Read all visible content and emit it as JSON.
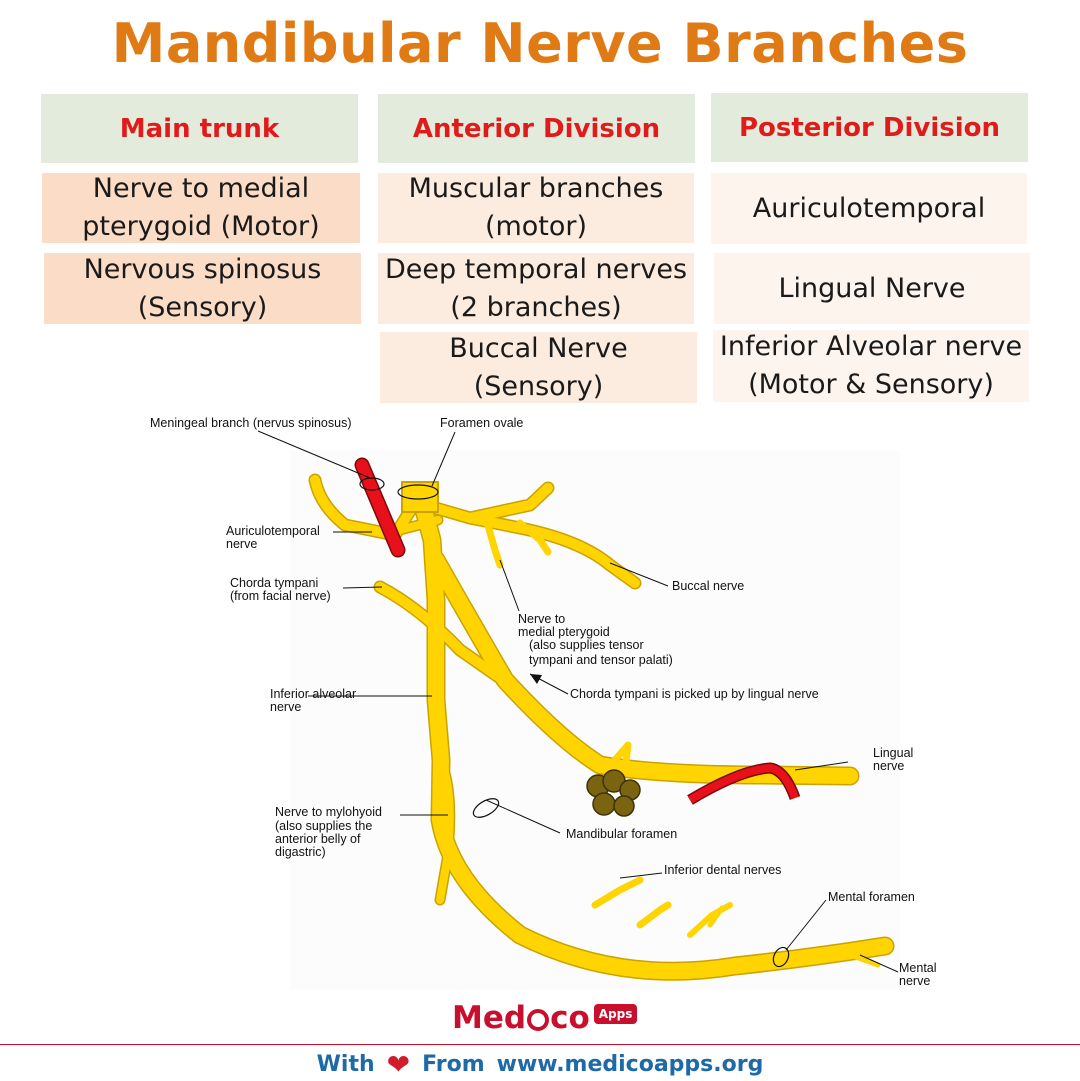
{
  "title": "Mandibular Nerve Branches",
  "table": {
    "headers": [
      "Main trunk",
      "Anterior Division",
      "Posterior Division"
    ],
    "main_trunk": [
      "Nerve to medial\npterygoid (Motor)",
      "Nervous spinosus\n(Sensory)"
    ],
    "anterior": [
      "Muscular branches\n(motor)",
      "Deep temporal nerves\n(2 branches)",
      "Buccal Nerve\n(Sensory)"
    ],
    "posterior": [
      "Auriculotemporal",
      "Lingual Nerve",
      "Inferior Alveolar nerve\n(Motor & Sensory)"
    ]
  },
  "diagram_labels": {
    "meningeal": "Meningeal branch (nervus spinosus)",
    "foramen_ovale": "Foramen ovale",
    "auriculotemporal": [
      "Auriculotemporal",
      "nerve"
    ],
    "chorda_tympani": [
      "Chorda tympani",
      "(from facial nerve)"
    ],
    "buccal": "Buccal nerve",
    "medial_pterygoid": [
      "Nerve to",
      "medial pterygoid",
      "(also supplies tensor",
      "tympani and tensor palati)"
    ],
    "chorda_picked": "Chorda tympani is picked up by lingual nerve",
    "inferior_alveolar": [
      "Inferior alveolar",
      "nerve"
    ],
    "lingual": [
      "Lingual",
      "nerve"
    ],
    "mylohyoid": [
      "Nerve to mylohyoid",
      "(also supplies the",
      "anterior belly of",
      "digastric)"
    ],
    "mandibular_foramen": "Mandibular foramen",
    "inferior_dental": "Inferior dental nerves",
    "mental_foramen": "Mental foramen",
    "mental": [
      "Mental",
      "nerve"
    ]
  },
  "colors": {
    "nerve": "#ffd400",
    "nerve_outline": "#c9a300",
    "artery": "#e8101a",
    "ganglion": "#7a6410"
  },
  "logo": {
    "text_pre": "Med",
    "text_post": "co",
    "badge": "Apps"
  },
  "footer": {
    "with": "With",
    "heart": "❤",
    "from": "From",
    "url": "www.medicoapps.org"
  }
}
